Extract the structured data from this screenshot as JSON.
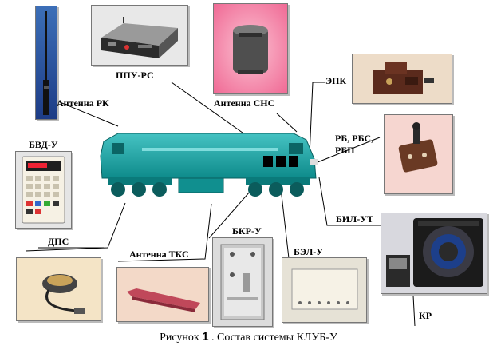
{
  "labels": {
    "antenna_rk": "Антенна РК",
    "ppu_rs": "ППУ-РС",
    "antenna_sns": "Антенна СНС",
    "epk": "ЭПК",
    "rb": "РБ, РБС,",
    "rbp": "РБП",
    "bvd_u": "БВД-У",
    "dps": "ДПС",
    "antenna_tks": "Антенна ТКС",
    "bkr_u": "БКР-У",
    "bel_u": "БЭЛ-У",
    "bil_ut": "БИЛ-УТ",
    "kr": "КР"
  },
  "caption": {
    "prefix": "Рисунок ",
    "number": "1",
    "suffix": " . Состав системы КЛУБ-У"
  },
  "colors": {
    "loco_teal": "#18a3a3",
    "sns_pink": "#f58aa8",
    "rb_pink": "#f6d6d0",
    "epk_bg": "#eddcc8"
  }
}
